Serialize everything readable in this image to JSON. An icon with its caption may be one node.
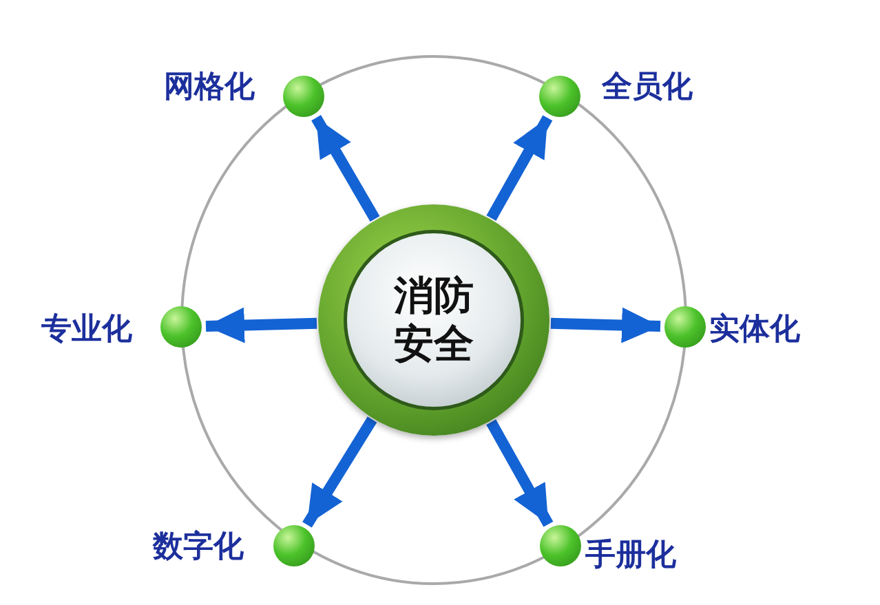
{
  "diagram": {
    "nodes": [
      {
        "text": [
          "消防安全"
        ]
      },
      {
        "text": [],
        "shape": "circle",
        "beside": [
          "网格化"
        ]
      },
      {
        "text": [],
        "shape": "circle",
        "beside": [
          "全员化"
        ]
      },
      {
        "text": [],
        "shape": "circle",
        "beside": [
          "专业化"
        ]
      },
      {
        "text": [],
        "shape": "circle",
        "beside": [
          "实体化"
        ]
      },
      {
        "text": [],
        "shape": "circle",
        "beside": [
          "数字化"
        ]
      },
      {
        "text": [],
        "shape": "circle",
        "beside": [
          "手册化"
        ]
      }
    ],
    "edges": [
      {
        "from": 0,
        "to": 1,
        "arrow": "to"
      },
      {
        "from": 0,
        "to": 2,
        "arrow": "to"
      },
      {
        "from": 0,
        "to": 3,
        "arrow": "to"
      },
      {
        "from": 0,
        "to": 4,
        "arrow": "to"
      },
      {
        "from": 0,
        "to": 5,
        "arrow": "to"
      },
      {
        "from": 0,
        "to": 6,
        "arrow": "to"
      }
    ]
  }
}
